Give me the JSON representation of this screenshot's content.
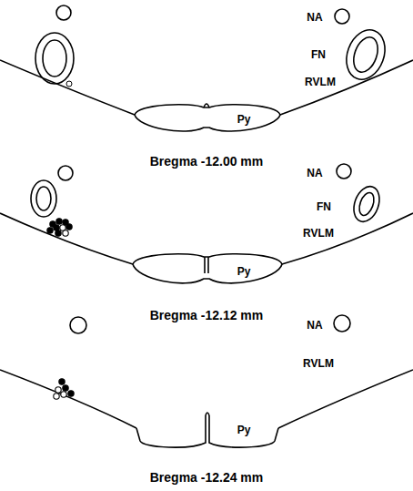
{
  "diagram": {
    "labels": [
      "NA",
      "FN",
      "RVLM",
      "Py",
      "Bregma -12.00 mm",
      "NA",
      "FN",
      "RVLM",
      "Py",
      "Bregma -12.12 mm",
      "NA",
      "RVLM",
      "Py",
      "Bregma -12.24 mm"
    ]
  }
}
